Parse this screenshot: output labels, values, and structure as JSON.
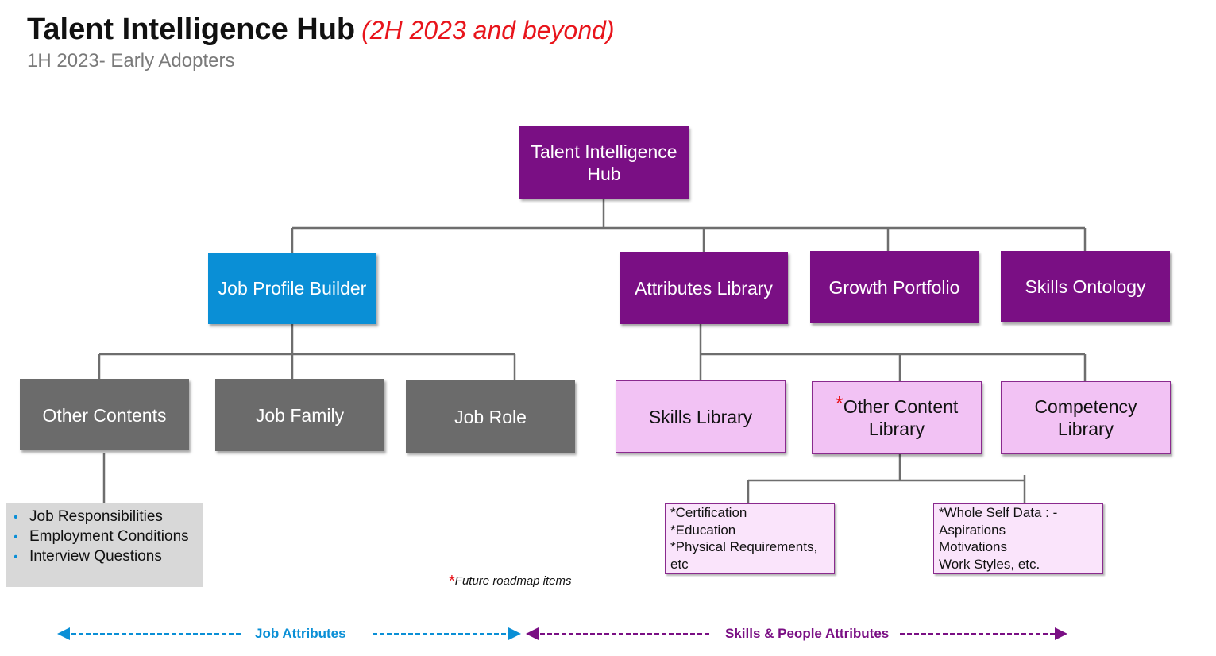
{
  "header": {
    "title": "Talent Intelligence Hub",
    "title_suffix": "(2H 2023 and beyond)",
    "subtitle": "1H 2023- Early Adopters"
  },
  "nodes": {
    "root": "Talent Intelligence Hub",
    "job_profile_builder": "Job Profile Builder",
    "attributes_library": "Attributes Library",
    "growth_portfolio": "Growth Portfolio",
    "skills_ontology": "Skills Ontology",
    "other_contents": "Other Contents",
    "job_family": "Job Family",
    "job_role": "Job Role",
    "skills_library": "Skills Library",
    "other_content_library_star": "*",
    "other_content_library": "Other Content Library",
    "competency_library": "Competency Library"
  },
  "other_contents_items": [
    "Job Responsibilities",
    "Employment Conditions",
    "Interview Questions"
  ],
  "other_content_library_details": {
    "left": [
      "*Certification",
      "*Education",
      "*Physical Requirements,",
      "etc"
    ],
    "right": [
      "*Whole Self Data : -",
      "Aspirations",
      "Motivations",
      "Work Styles, etc."
    ]
  },
  "footnote": {
    "star": "*",
    "text": "Future roadmap items"
  },
  "attribute_bands": {
    "job": "Job Attributes",
    "skills_people": "Skills & People Attributes"
  },
  "colors": {
    "purple": "#7a0f84",
    "blue": "#0a8fd6",
    "gray": "#6b6b6b",
    "pink": "#f2c2f4",
    "red": "#e8141b"
  }
}
